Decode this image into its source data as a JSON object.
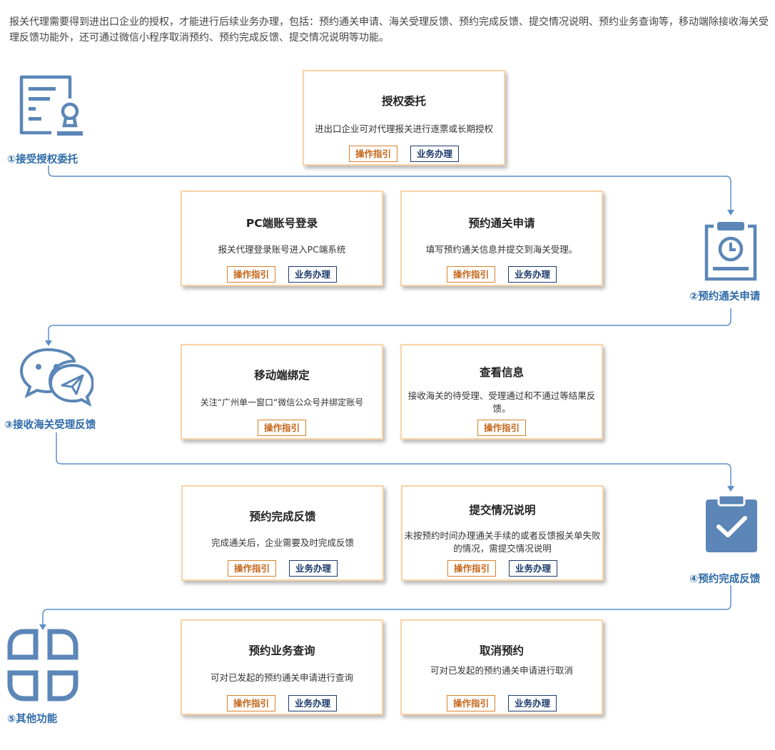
{
  "intro": "报关代理需要得到进出口企业的授权，才能进行后续业务办理，包括：预约通关申请、海关受理反馈、预约完成反馈、提交情况说明、预约业务查询等，移动端除接收海关受理反馈功能外，还可通过微信小程序取消预约、预约完成反馈、提交情况说明等功能。",
  "steps": [
    {
      "label": "①接受授权委托",
      "icon": "document-seal-icon"
    },
    {
      "label": "②预约通关申请",
      "icon": "clipboard-clock-icon"
    },
    {
      "label": "③接收海关受理反馈",
      "icon": "wechat-chat-icon"
    },
    {
      "label": "④预约完成反馈",
      "icon": "clipboard-check-icon"
    },
    {
      "label": "⑤其他功能",
      "icon": "four-squares-icon"
    }
  ],
  "buttons": {
    "guide": "操作指引",
    "handle": "业务办理"
  },
  "cards": [
    {
      "title": "授权委托",
      "desc": "进出口企业可对代理报关进行逐票或长期授权"
    },
    {
      "title": "PC端账号登录",
      "desc": "报关代理登录账号进入PC端系统"
    },
    {
      "title": "预约通关申请",
      "desc": "填写预约通关信息并提交到海关受理。"
    },
    {
      "title": "移动端绑定",
      "desc": "关注“广州单一窗口“微信公众号并绑定账号"
    },
    {
      "title": "查看信息",
      "desc": "接收海关的待受理、受理通过和不通过等结果反馈。"
    },
    {
      "title": "预约完成反馈",
      "desc": "完成通关后，企业需要及时完成反馈"
    },
    {
      "title": "提交情况说明",
      "desc": "未按预约时间办理通关手续的或者反馈报关单失败的情况，需提交情况说明"
    },
    {
      "title": "预约业务查询",
      "desc": "可对已发起的预约通关申请进行查询"
    },
    {
      "title": "取消预约",
      "desc": "可对已发起的预约通关申请进行取消"
    }
  ],
  "colors": {
    "accent": "#5b86b7",
    "label": "#2e6aa8",
    "card_border": "#f9d3a6",
    "guide": "#c4661a",
    "handle": "#1c3a6b",
    "flow_line": "#5b8fc8"
  }
}
